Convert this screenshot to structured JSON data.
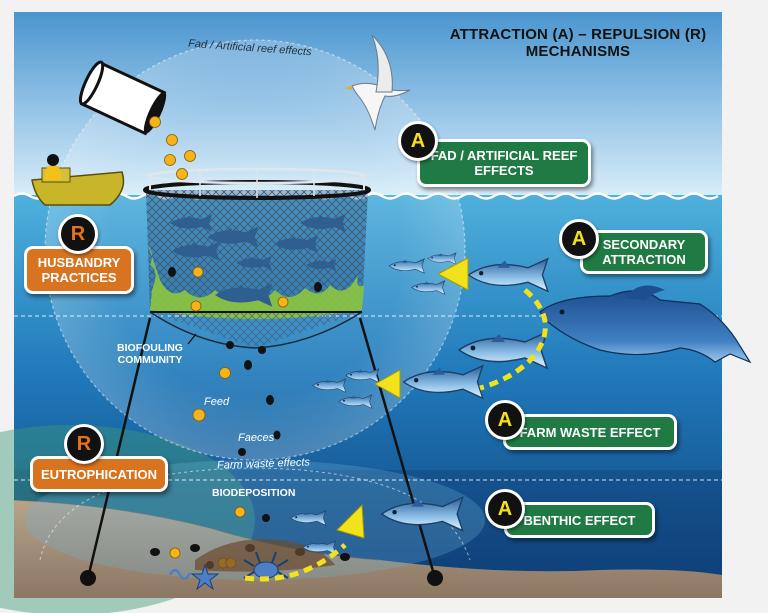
{
  "title": {
    "line1": "ATTRACTION (A) – REPULSION (R)",
    "line2": "MECHANISMS"
  },
  "labels": {
    "fad_arc": "Fad / Artificial reef effects",
    "biofouling": "BIOFOULING COMMUNITY",
    "feed": "Feed",
    "faeces": "Faeces",
    "farm_waste_arc": "Farm waste effects",
    "biodeposition": "BIODEPOSITION"
  },
  "mechanisms": [
    {
      "badge": "A",
      "label": "FAD / ARTIFICIAL REEF EFFECTS",
      "type": "attraction"
    },
    {
      "badge": "A",
      "label": "SECONDARY ATTRACTION",
      "type": "attraction"
    },
    {
      "badge": "A",
      "label": "FARM WASTE EFFECT",
      "type": "attraction"
    },
    {
      "badge": "A",
      "label": "BENTHIC EFFECT",
      "type": "attraction"
    },
    {
      "badge": "R",
      "label": "HUSBANDRY PRACTICES",
      "type": "repulsion"
    },
    {
      "badge": "R",
      "label": "EUTROPHICATION",
      "type": "repulsion"
    }
  ],
  "colors": {
    "attraction_box": "#1f7a43",
    "repulsion_box": "#d8731f",
    "badge_a_letter": "#f5e01a",
    "badge_r_letter": "#e5731e",
    "feed_pellet": "#f4b41a",
    "arrow": "#f2e21c"
  },
  "icons": [
    "bucket-icon",
    "seagull-icon",
    "boat-icon",
    "fish-icon",
    "dolphin-icon",
    "crab-icon",
    "starfish-icon",
    "arrow-icon"
  ]
}
